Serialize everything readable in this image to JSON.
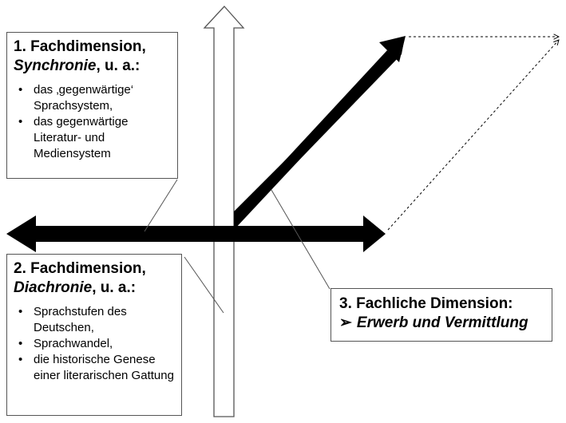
{
  "box1": {
    "title_number": "1. Fachdimension,",
    "title_italic": "Synchronie",
    "title_suffix": ", u. a.:",
    "items": [
      "das ‚gegenwärtige‘ Sprachsystem,",
      "das gegenwärtige Literatur- und Mediensystem"
    ]
  },
  "box2": {
    "title_number": "2. Fachdimension,",
    "title_italic": "Diachronie",
    "title_suffix": ", u. a.:",
    "items": [
      "Sprachstufen des Deutschen,",
      "Sprachwandel,",
      "die historische Genese einer literarischen Gattung"
    ]
  },
  "box3": {
    "line1": "3. Fachliche Dimension:",
    "marker": "➢",
    "line2": "Erwerb und Vermittlung"
  },
  "colors": {
    "arrow_fill": "#000000",
    "outline": "#555555",
    "background": "#ffffff"
  },
  "icons": [
    "vertical-outline-arrow",
    "horizontal-double-arrow",
    "diagonal-arrow",
    "dashed-arrow-top",
    "dashed-arrow-diagonal"
  ]
}
